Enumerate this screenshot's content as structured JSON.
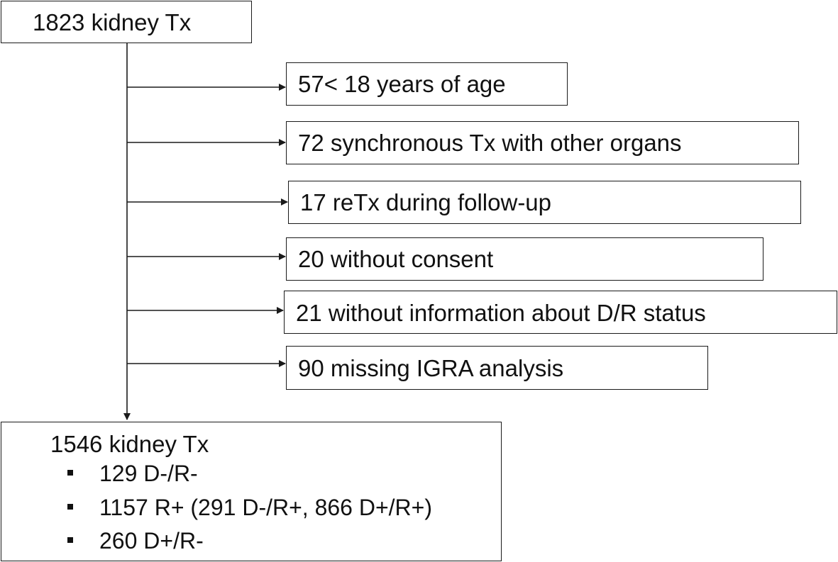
{
  "diagram": {
    "top_box": {
      "text": "1823 kidney Tx"
    },
    "exclusions": [
      {
        "text": "57< 18 years of age"
      },
      {
        "text": "72 synchronous Tx with other organs"
      },
      {
        "text": "17 reTx during follow-up"
      },
      {
        "text": "20 without consent"
      },
      {
        "text": "21 without information about D/R status"
      },
      {
        "text": "90 missing IGRA analysis"
      }
    ],
    "bottom_box": {
      "title": "1546 kidney Tx",
      "items": [
        {
          "text": "129 D-/R-"
        },
        {
          "text": "1157 R+ (291 D-/R+, 866 D+/R+)"
        },
        {
          "text": "260 D+/R-"
        }
      ]
    }
  }
}
